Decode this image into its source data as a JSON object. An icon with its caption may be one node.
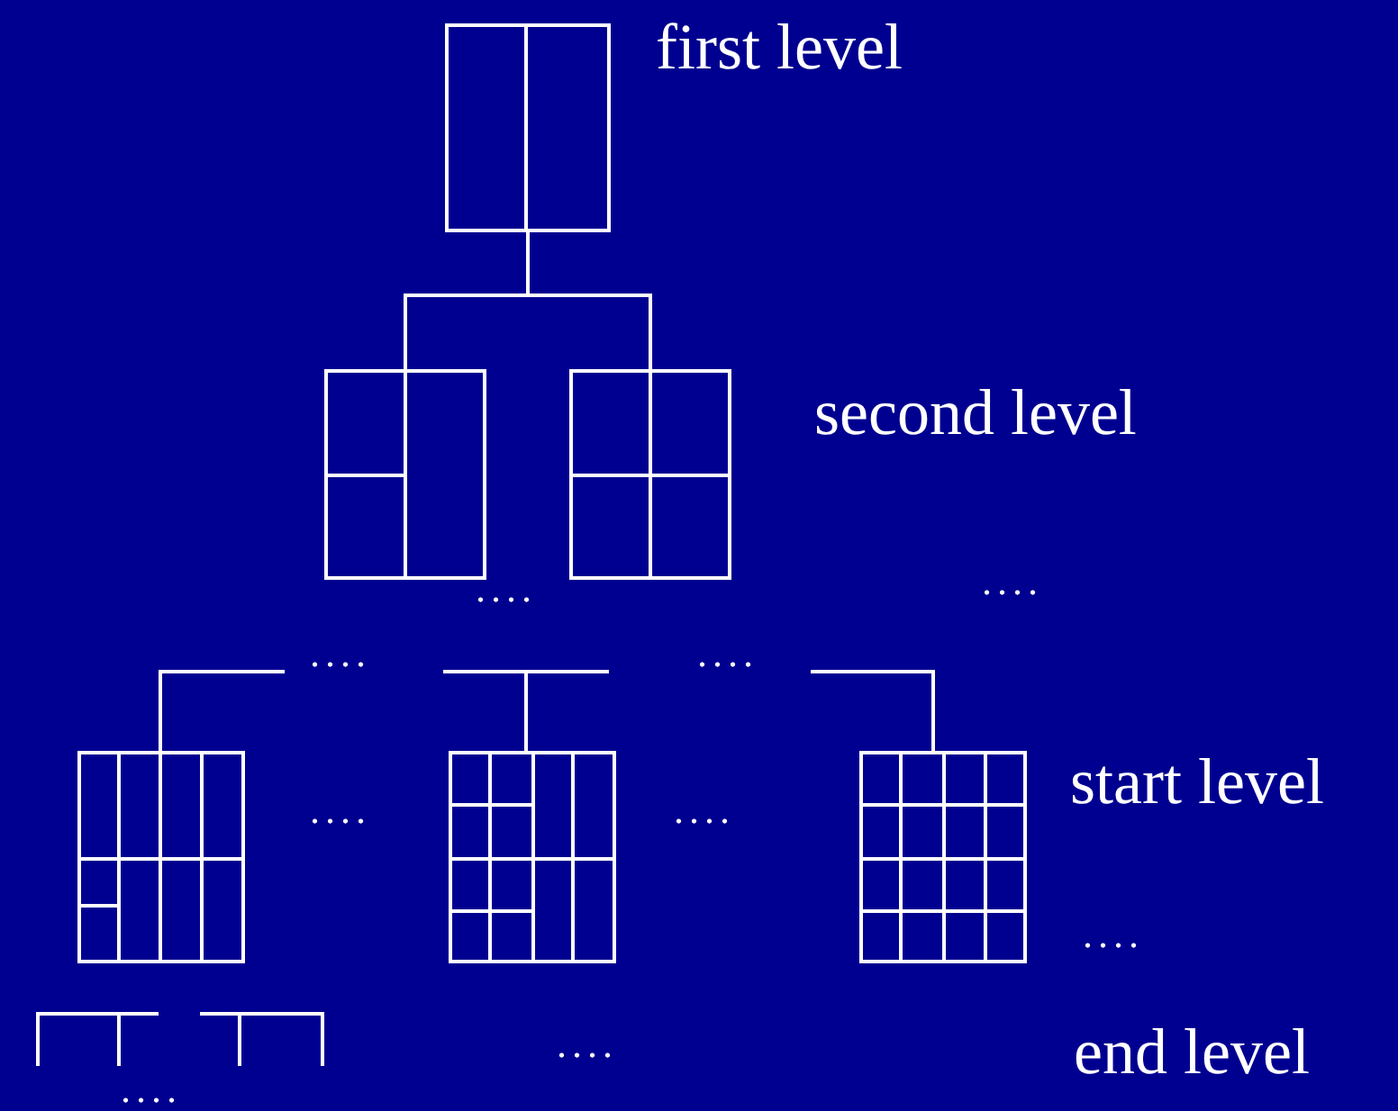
{
  "diagram": {
    "nodes": [
      {
        "text": [],
        "shape": "box"
      },
      {
        "text": [],
        "shape": "box"
      },
      {
        "text": [],
        "shape": "box"
      },
      {
        "text": [],
        "shape": "box"
      },
      {
        "text": [],
        "shape": "box"
      },
      {
        "text": [],
        "shape": "box"
      }
    ],
    "edges": [
      {
        "from": 0,
        "to": 1,
        "arrow": "none"
      },
      {
        "from": 0,
        "to": 2,
        "arrow": "none"
      },
      {
        "from": null,
        "to": 3,
        "arrow": "none"
      },
      {
        "from": null,
        "to": 4,
        "arrow": "none"
      },
      {
        "from": null,
        "to": 5,
        "arrow": "none"
      }
    ],
    "labels": [
      "first level",
      "second level",
      "....",
      "....",
      "....",
      "....",
      "start level",
      "....",
      "....",
      "....",
      "end level",
      "....",
      "...."
    ]
  }
}
